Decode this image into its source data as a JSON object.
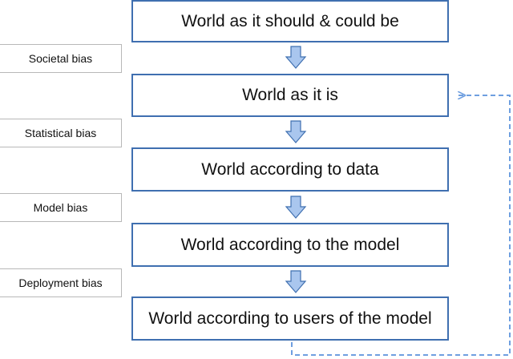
{
  "levels": [
    {
      "label": "World as it should & could be"
    },
    {
      "label": "World as it is"
    },
    {
      "label": "World according to data"
    },
    {
      "label": "World according to the model"
    },
    {
      "label": "World according to users of the model"
    }
  ],
  "biases": [
    {
      "label": "Societal bias"
    },
    {
      "label": "Statistical bias"
    },
    {
      "label": "Model bias"
    },
    {
      "label": "Deployment bias"
    }
  ],
  "colors": {
    "box_border": "#3f6fb0",
    "arrow_fill": "#a9c6ee",
    "arrow_stroke": "#3f6fb0",
    "feedback_line": "#6f9fe0",
    "bias_border": "#b8b8b8"
  }
}
